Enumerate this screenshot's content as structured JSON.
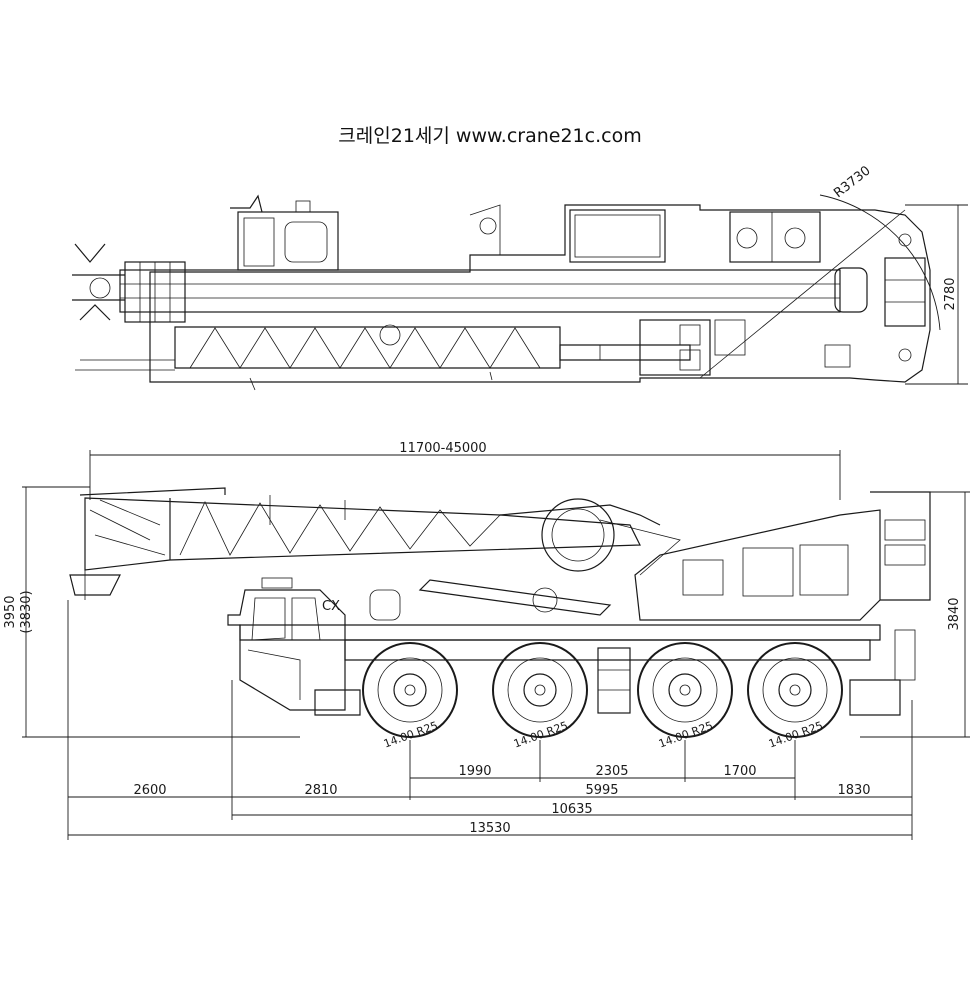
{
  "title": "크레인21세기 www.crane21c.com",
  "top_view": {
    "radius_label": "R3730",
    "width_label": "2780"
  },
  "side_view": {
    "boom_length_label": "11700-45000",
    "height_left_label": "3950",
    "height_left_alt_label": "(3830)",
    "height_right_label": "3840",
    "door_text": "CX",
    "tyre_labels": [
      "14.00 R25",
      "14.00 R25",
      "14.00 R25",
      "14.00 R25"
    ]
  },
  "dimensions": {
    "axle_spacing_1": "1990",
    "axle_spacing_2": "2305",
    "axle_spacing_3": "1700",
    "front_overhang_boom": "2600",
    "front_overhang": "2810",
    "wheelbase": "5995",
    "rear_overhang": "1830",
    "carrier_length": "10635",
    "overall_length": "13530"
  }
}
